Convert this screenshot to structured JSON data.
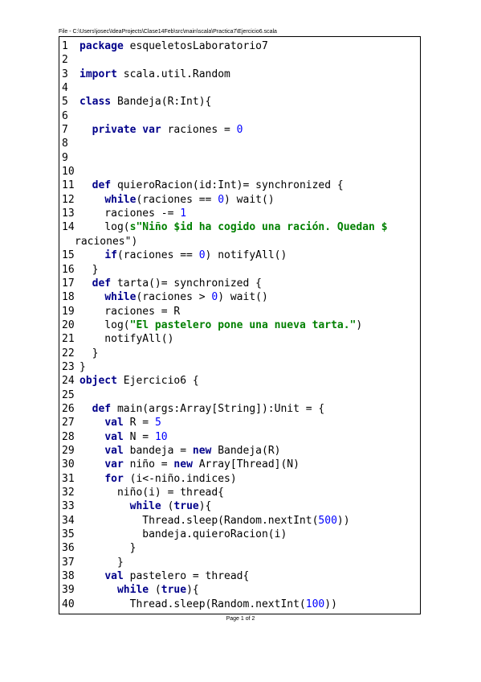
{
  "header": "File - C:\\Users\\josec\\IdeaProjects\\Clase14Feb\\src\\main\\scala\\Practica7\\Ejercicio6.scala",
  "footer": "Page 1 of 2",
  "lines": [
    {
      "n": "1",
      "tokens": [
        {
          "t": "package",
          "c": "kw"
        },
        {
          "t": " esqueletosLaboratorio7",
          "c": ""
        }
      ]
    },
    {
      "n": "2",
      "tokens": []
    },
    {
      "n": "3",
      "tokens": [
        {
          "t": "import",
          "c": "kw"
        },
        {
          "t": " scala.util.Random",
          "c": ""
        }
      ]
    },
    {
      "n": "4",
      "tokens": []
    },
    {
      "n": "5",
      "tokens": [
        {
          "t": "class",
          "c": "kw"
        },
        {
          "t": " Bandeja(R:Int){",
          "c": ""
        }
      ]
    },
    {
      "n": "6",
      "tokens": []
    },
    {
      "n": "7",
      "tokens": [
        {
          "t": "  ",
          "c": ""
        },
        {
          "t": "private var",
          "c": "kw"
        },
        {
          "t": " raciones = ",
          "c": ""
        },
        {
          "t": "0",
          "c": "nm"
        }
      ]
    },
    {
      "n": "8",
      "tokens": []
    },
    {
      "n": "9",
      "tokens": []
    },
    {
      "n": "10",
      "tokens": []
    },
    {
      "n": "11",
      "tokens": [
        {
          "t": "  ",
          "c": ""
        },
        {
          "t": "def",
          "c": "kw"
        },
        {
          "t": " quieroRacion(id:Int)= synchronized {",
          "c": ""
        }
      ]
    },
    {
      "n": "12",
      "tokens": [
        {
          "t": "    ",
          "c": ""
        },
        {
          "t": "while",
          "c": "kw"
        },
        {
          "t": "(raciones == ",
          "c": ""
        },
        {
          "t": "0",
          "c": "nm"
        },
        {
          "t": ") wait()",
          "c": ""
        }
      ]
    },
    {
      "n": "13",
      "tokens": [
        {
          "t": "    raciones -= ",
          "c": ""
        },
        {
          "t": "1",
          "c": "nm"
        }
      ]
    },
    {
      "n": "14",
      "tokens": [
        {
          "t": "    log(",
          "c": ""
        },
        {
          "t": "s\"Niño $id ha cogido una ración. Quedan $",
          "c": "str"
        }
      ]
    },
    {
      "n": "",
      "tokens": [
        {
          "t": "raciones\")",
          "c": ""
        }
      ]
    },
    {
      "n": "15",
      "tokens": [
        {
          "t": "    ",
          "c": ""
        },
        {
          "t": "if",
          "c": "kw"
        },
        {
          "t": "(raciones == ",
          "c": ""
        },
        {
          "t": "0",
          "c": "nm"
        },
        {
          "t": ") notifyAll()",
          "c": ""
        }
      ]
    },
    {
      "n": "16",
      "tokens": [
        {
          "t": "  }",
          "c": ""
        }
      ]
    },
    {
      "n": "17",
      "tokens": [
        {
          "t": "  ",
          "c": ""
        },
        {
          "t": "def",
          "c": "kw"
        },
        {
          "t": " tarta()= synchronized {",
          "c": ""
        }
      ]
    },
    {
      "n": "18",
      "tokens": [
        {
          "t": "    ",
          "c": ""
        },
        {
          "t": "while",
          "c": "kw"
        },
        {
          "t": "(raciones > ",
          "c": ""
        },
        {
          "t": "0",
          "c": "nm"
        },
        {
          "t": ") wait()",
          "c": ""
        }
      ]
    },
    {
      "n": "19",
      "tokens": [
        {
          "t": "    raciones = R",
          "c": ""
        }
      ]
    },
    {
      "n": "20",
      "tokens": [
        {
          "t": "    log(",
          "c": ""
        },
        {
          "t": "\"El pastelero pone una nueva tarta.\"",
          "c": "str"
        },
        {
          "t": ")",
          "c": ""
        }
      ]
    },
    {
      "n": "21",
      "tokens": [
        {
          "t": "    notifyAll()",
          "c": ""
        }
      ]
    },
    {
      "n": "22",
      "tokens": [
        {
          "t": "  }",
          "c": ""
        }
      ]
    },
    {
      "n": "23",
      "tokens": [
        {
          "t": "}",
          "c": ""
        }
      ]
    },
    {
      "n": "24",
      "tokens": [
        {
          "t": "object",
          "c": "kw"
        },
        {
          "t": " Ejercicio6 {",
          "c": ""
        }
      ]
    },
    {
      "n": "25",
      "tokens": []
    },
    {
      "n": "26",
      "tokens": [
        {
          "t": "  ",
          "c": ""
        },
        {
          "t": "def",
          "c": "kw"
        },
        {
          "t": " main(args:Array[String]):Unit = {",
          "c": ""
        }
      ]
    },
    {
      "n": "27",
      "tokens": [
        {
          "t": "    ",
          "c": ""
        },
        {
          "t": "val",
          "c": "kw"
        },
        {
          "t": " R = ",
          "c": ""
        },
        {
          "t": "5",
          "c": "nm"
        }
      ]
    },
    {
      "n": "28",
      "tokens": [
        {
          "t": "    ",
          "c": ""
        },
        {
          "t": "val",
          "c": "kw"
        },
        {
          "t": " N = ",
          "c": ""
        },
        {
          "t": "10",
          "c": "nm"
        }
      ]
    },
    {
      "n": "29",
      "tokens": [
        {
          "t": "    ",
          "c": ""
        },
        {
          "t": "val",
          "c": "kw"
        },
        {
          "t": " bandeja = ",
          "c": ""
        },
        {
          "t": "new",
          "c": "kw"
        },
        {
          "t": " Bandeja(R)",
          "c": ""
        }
      ]
    },
    {
      "n": "30",
      "tokens": [
        {
          "t": "    ",
          "c": ""
        },
        {
          "t": "var",
          "c": "kw"
        },
        {
          "t": " niño = ",
          "c": ""
        },
        {
          "t": "new",
          "c": "kw"
        },
        {
          "t": " Array[Thread](N)",
          "c": ""
        }
      ]
    },
    {
      "n": "31",
      "tokens": [
        {
          "t": "    ",
          "c": ""
        },
        {
          "t": "for",
          "c": "kw"
        },
        {
          "t": " (i<-niño.indices)",
          "c": ""
        }
      ]
    },
    {
      "n": "32",
      "tokens": [
        {
          "t": "      niño(i) = thread{",
          "c": ""
        }
      ]
    },
    {
      "n": "33",
      "tokens": [
        {
          "t": "        ",
          "c": ""
        },
        {
          "t": "while",
          "c": "kw"
        },
        {
          "t": " (",
          "c": ""
        },
        {
          "t": "true",
          "c": "kw"
        },
        {
          "t": "){",
          "c": ""
        }
      ]
    },
    {
      "n": "34",
      "tokens": [
        {
          "t": "          Thread.sleep(Random.nextInt(",
          "c": ""
        },
        {
          "t": "500",
          "c": "nm"
        },
        {
          "t": "))",
          "c": ""
        }
      ]
    },
    {
      "n": "35",
      "tokens": [
        {
          "t": "          bandeja.quieroRacion(i)",
          "c": ""
        }
      ]
    },
    {
      "n": "36",
      "tokens": [
        {
          "t": "        }",
          "c": ""
        }
      ]
    },
    {
      "n": "37",
      "tokens": [
        {
          "t": "      }",
          "c": ""
        }
      ]
    },
    {
      "n": "38",
      "tokens": [
        {
          "t": "    ",
          "c": ""
        },
        {
          "t": "val",
          "c": "kw"
        },
        {
          "t": " pastelero = thread{",
          "c": ""
        }
      ]
    },
    {
      "n": "39",
      "tokens": [
        {
          "t": "      ",
          "c": ""
        },
        {
          "t": "while",
          "c": "kw"
        },
        {
          "t": " (",
          "c": ""
        },
        {
          "t": "true",
          "c": "kw"
        },
        {
          "t": "){",
          "c": ""
        }
      ]
    },
    {
      "n": "40",
      "tokens": [
        {
          "t": "        Thread.sleep(Random.nextInt(",
          "c": ""
        },
        {
          "t": "100",
          "c": "nm"
        },
        {
          "t": "))",
          "c": ""
        }
      ]
    }
  ]
}
